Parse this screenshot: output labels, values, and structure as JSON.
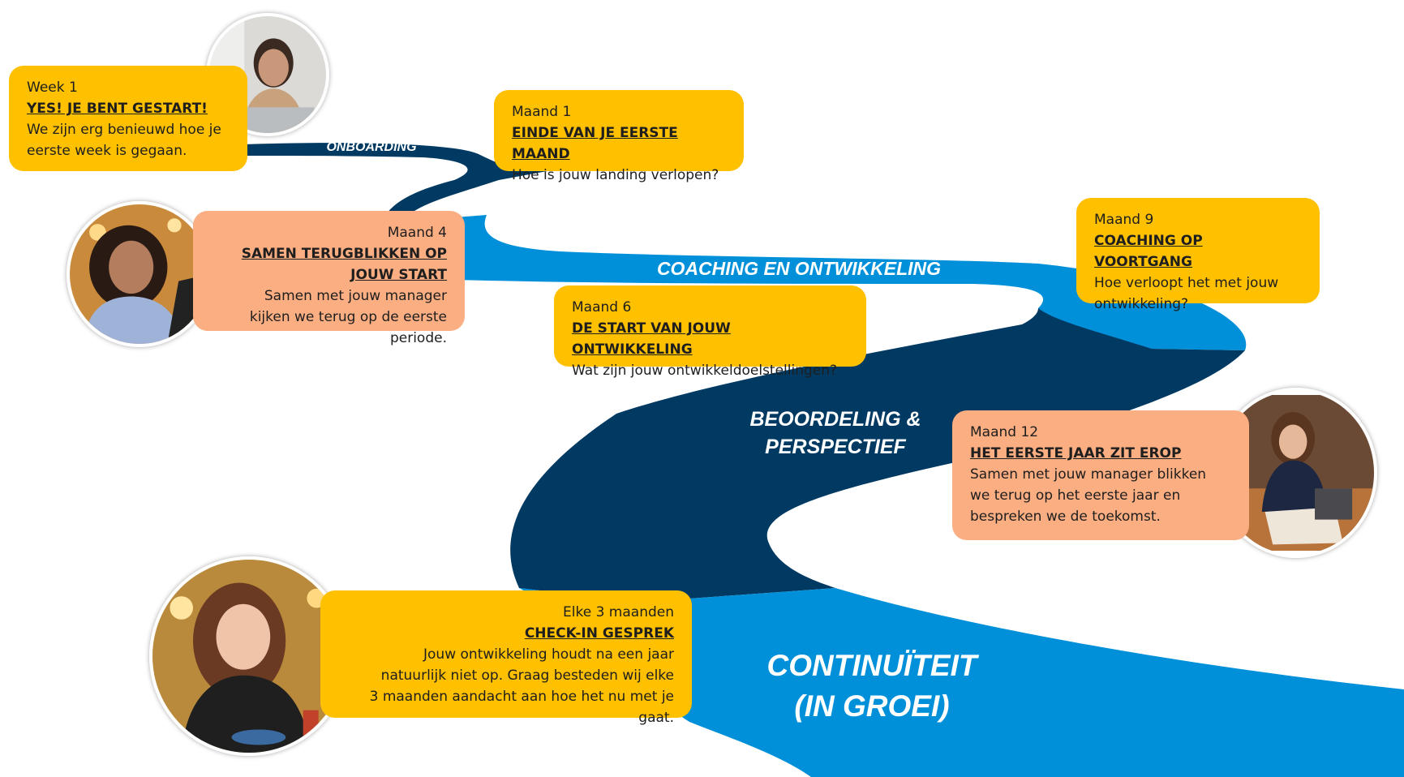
{
  "stages": {
    "onboarding": "ONBOARDING",
    "coaching": "COACHING EN ONTWIKKELING",
    "beoordeling": "BEOORDELING &\nPERSPECTIEF",
    "continuiteit": "CONTINUÏTEIT\n(IN GROEI)"
  },
  "milestones": {
    "week1": {
      "period": "Week 1",
      "title": "YES! JE BENT GESTART!",
      "desc": "We zijn erg benieuwd hoe je eerste week is gegaan."
    },
    "maand1": {
      "period": "Maand 1",
      "title": "EINDE VAN JE EERSTE MAAND",
      "desc": "Hoe is jouw landing verlopen?"
    },
    "maand4": {
      "period": "Maand 4",
      "title": "SAMEN TERUGBLIKKEN OP JOUW START",
      "desc": "Samen met jouw manager kijken we terug op de eerste periode."
    },
    "maand6": {
      "period": "Maand 6",
      "title": "DE START VAN JOUW ONTWIKKELING",
      "desc": "Wat zijn jouw ontwikkeldoelstellingen?"
    },
    "maand9": {
      "period": "Maand 9",
      "title": "COACHING OP VOORTGANG",
      "desc": "Hoe verloopt het met jouw ontwikkeling?"
    },
    "maand12": {
      "period": "Maand 12",
      "title": "HET EERSTE JAAR ZIT EROP",
      "desc": "Samen met jouw manager blikken we terug op het eerste jaar en bespreken we de toekomst."
    },
    "elke3": {
      "period": "Elke 3 maanden",
      "title": "CHECK-IN GESPREK",
      "desc": "Jouw ontwikkeling houdt na een jaar natuurlijk niet op. Graag besteden wij elke 3 maanden aandacht aan hoe het nu met je gaat."
    }
  },
  "colors": {
    "navy": "#003a63",
    "blue": "#0090d9",
    "card_yellow": "#ffc000",
    "card_peach": "#fbae82"
  },
  "icons": [
    "photo-woman-laptop",
    "photo-woman-curly-hair",
    "photo-woman-sitting-laptop",
    "photo-woman-eating"
  ]
}
